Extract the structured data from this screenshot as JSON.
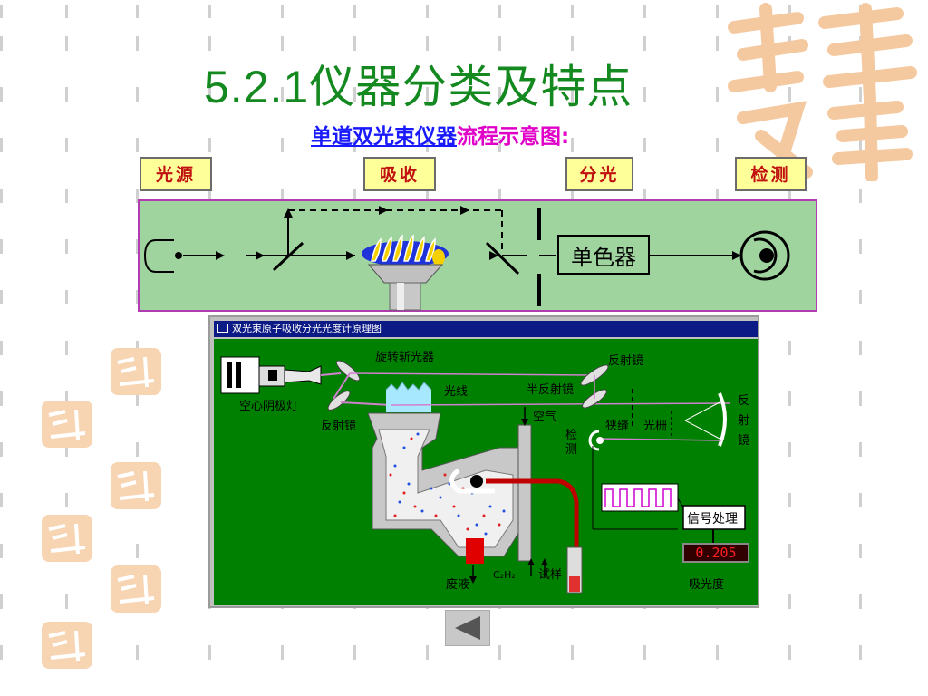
{
  "title": "5.2.1仪器分类及特点",
  "subtitle": {
    "part1": "单道双光束仪器",
    "part2": "流程示意图:"
  },
  "stage_labels": {
    "source": "光源",
    "absorb": "吸收",
    "split": "分光",
    "detect": "检测"
  },
  "flow": {
    "monochromator": "单色器"
  },
  "window": {
    "title": "双光束原子吸收分光光度计原理图",
    "labels": {
      "rotating_chopper": "旋转斩光器",
      "mirror_top": "反射镜",
      "hollow_lamp": "空心阴极灯",
      "light": "光线",
      "half_mirror": "半反射镜",
      "mirror_left": "反射镜",
      "mirror_right_1": "反",
      "mirror_right_2": "射",
      "mirror_right_3": "镜",
      "air": "空气",
      "detect_1": "检",
      "detect_2": "测",
      "slit": "狭缝",
      "grating": "光栅",
      "signal": "信号处理",
      "reading": "0.205",
      "absorbance": "吸光度",
      "waste": "废液",
      "c2h2": "C₂H₂",
      "sample": "试样"
    }
  },
  "colors": {
    "title": "#14891f",
    "subtitle_link": "#1a1aff",
    "subtitle_text": "#e000c8",
    "label_bg": "#ffff99",
    "label_text": "#c01010",
    "flow_bg": "#9fd49f",
    "window_bg": "#008000"
  },
  "icons": {
    "back": "back-arrow-icon",
    "seal": "seal-stamp-icon"
  }
}
